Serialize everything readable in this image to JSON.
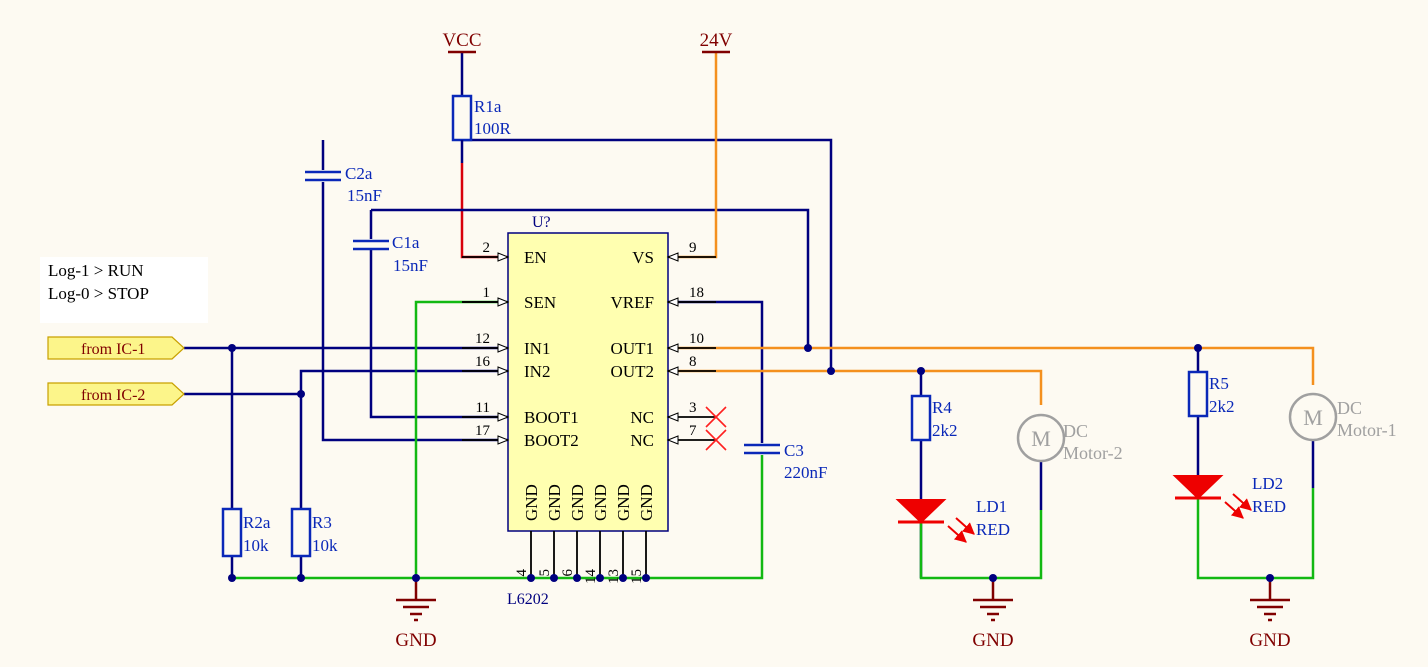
{
  "power": {
    "vcc": "VCC",
    "v24": "24V",
    "gnd": "GND"
  },
  "note": {
    "line1": "Log-1 > RUN",
    "line2": "Log-0 > STOP"
  },
  "ports": {
    "ic1": "from IC-1",
    "ic2": "from IC-2"
  },
  "chip": {
    "ref": "U?",
    "part": "L6202",
    "left_pins": [
      {
        "num": "2",
        "label": "EN"
      },
      {
        "num": "1",
        "label": "SEN"
      },
      {
        "num": "12",
        "label": "IN1"
      },
      {
        "num": "16",
        "label": "IN2"
      },
      {
        "num": "11",
        "label": "BOOT1"
      },
      {
        "num": "17",
        "label": "BOOT2"
      }
    ],
    "right_pins": [
      {
        "num": "9",
        "label": "VS"
      },
      {
        "num": "18",
        "label": "VREF"
      },
      {
        "num": "10",
        "label": "OUT1"
      },
      {
        "num": "8",
        "label": "OUT2"
      },
      {
        "num": "3",
        "label": "NC"
      },
      {
        "num": "7",
        "label": "NC"
      }
    ],
    "gnd_pins": [
      {
        "num": "4",
        "label": "GND"
      },
      {
        "num": "5",
        "label": "GND"
      },
      {
        "num": "6",
        "label": "GND"
      },
      {
        "num": "14",
        "label": "GND"
      },
      {
        "num": "13",
        "label": "GND"
      },
      {
        "num": "15",
        "label": "GND"
      }
    ]
  },
  "components": {
    "r1a": {
      "ref": "R1a",
      "value": "100R"
    },
    "c2a": {
      "ref": "C2a",
      "value": "15nF"
    },
    "c1a": {
      "ref": "C1a",
      "value": "15nF"
    },
    "c3": {
      "ref": "C3",
      "value": "220nF"
    },
    "r2a": {
      "ref": "R2a",
      "value": "10k"
    },
    "r3": {
      "ref": "R3",
      "value": "10k"
    },
    "r4": {
      "ref": "R4",
      "value": "2k2"
    },
    "r5": {
      "ref": "R5",
      "value": "2k2"
    },
    "ld1": {
      "ref": "LD1",
      "value": "RED"
    },
    "ld2": {
      "ref": "LD2",
      "value": "RED"
    },
    "m2": {
      "symbol": "M",
      "line1": "DC",
      "line2": "Motor-2"
    },
    "m1": {
      "symbol": "M",
      "line1": "DC",
      "line2": "Motor-1"
    }
  },
  "colors": {
    "background": "#fdfaf2",
    "wire_blue": "#00007f",
    "wire_orange": "#f4901e",
    "wire_red": "#d8000b",
    "wire_green": "#12b812",
    "power_dark_red": "#800000",
    "component_blue": "#0a28b8",
    "chip_fill": "#ffffb0",
    "port_fill": "#fcf58a",
    "led_red": "#ee0000",
    "motor_gray": "#a0a0a0",
    "nc_cross": "#ff2020"
  }
}
